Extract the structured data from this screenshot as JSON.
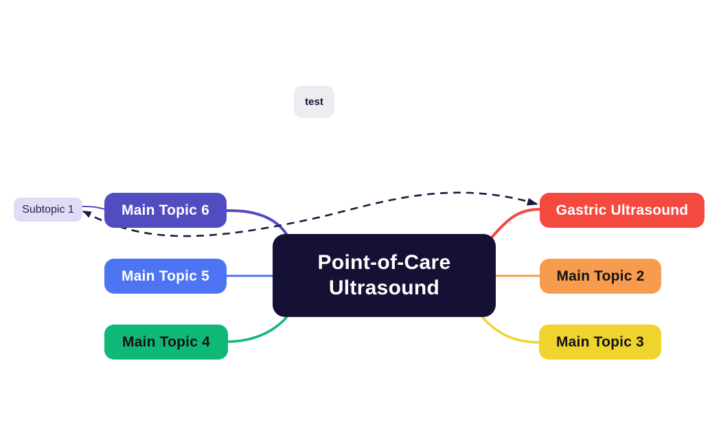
{
  "mindmap": {
    "central_node": {
      "label": "Point-of-Care Ultrasound",
      "bg": "#141134",
      "text_color": "#ffffff"
    },
    "floating_node": {
      "label": "test",
      "bg": "#edecf0",
      "text_color": "#141134"
    },
    "subtopic": {
      "label": "Subtopic 1",
      "bg": "#dfddf5",
      "text_color": "#221f4d"
    },
    "branches": [
      {
        "id": "gastric-ultrasound",
        "label": "Gastric Ultrasound",
        "bg": "#f4493f",
        "text_color": "#ffffff",
        "side": "right"
      },
      {
        "id": "main-topic-2",
        "label": "Main Topic 2",
        "bg": "#f79c4e",
        "text_color": "#131217",
        "side": "right"
      },
      {
        "id": "main-topic-3",
        "label": "Main Topic 3",
        "bg": "#efd42d",
        "text_color": "#131217",
        "side": "right"
      },
      {
        "id": "main-topic-4",
        "label": "Main Topic 4",
        "bg": "#0fb876",
        "text_color": "#131217",
        "side": "left"
      },
      {
        "id": "main-topic-5",
        "label": "Main Topic 5",
        "bg": "#4d74f2",
        "text_color": "#ffffff",
        "side": "left"
      },
      {
        "id": "main-topic-6",
        "label": "Main Topic 6",
        "bg": "#524cc1",
        "text_color": "#ffffff",
        "side": "left"
      }
    ],
    "edges": {
      "subtopic_to_mt6": {
        "color": "#524cc1"
      },
      "mt6_to_central": {
        "color": "#524cc1"
      },
      "mt5_to_central": {
        "color": "#4d74f2"
      },
      "mt4_to_central": {
        "color": "#0fb876"
      },
      "central_to_gastric": {
        "color": "#f4493f"
      },
      "central_to_mt2": {
        "color": "#f79c4e"
      },
      "central_to_mt3": {
        "color": "#efd42d"
      },
      "relationship_arrow": {
        "color": "#1b193d",
        "style": "dashed",
        "from": "Subtopic 1",
        "to": "Gastric Ultrasound"
      }
    }
  }
}
